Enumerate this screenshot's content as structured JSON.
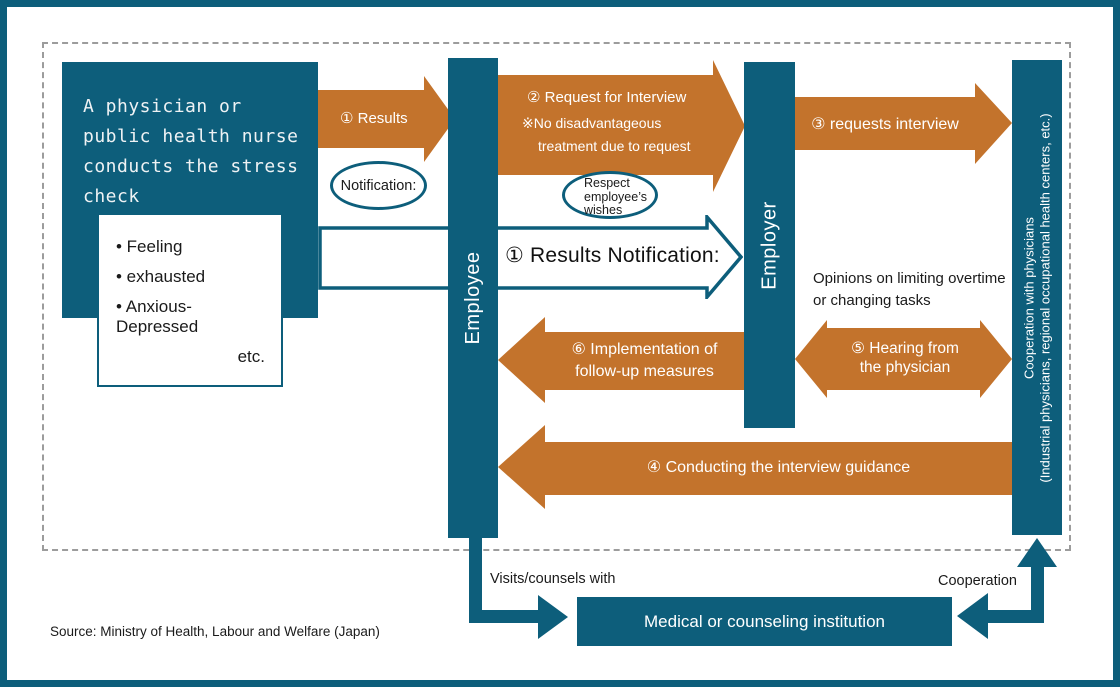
{
  "colors": {
    "teal": "#0d5e7b",
    "orange": "#c3732c",
    "dash_border": "#9c9c9c",
    "text_dark": "#1a1a1a"
  },
  "physician_box": {
    "text": "A physician or\npublic health nurse\nconducts the stress\ncheck"
  },
  "symptoms_box": {
    "items": [
      "• Feeling",
      "• exhausted",
      "• Anxious- Depressed"
    ],
    "etc_label": "etc."
  },
  "flow": {
    "results_arrow": "① Results",
    "notification_ellipse": "Notification:",
    "request_arrow": {
      "title": "② Request for Interview",
      "note_line1": "※No disadvantageous",
      "note_line2": "treatment due to request"
    },
    "respect_ellipse": {
      "line1": "Respect",
      "line2": "employee’s",
      "line3": "wishes"
    },
    "results_notification_arrow": "① Results Notification:",
    "requests_interview_arrow": "③ requests interview",
    "opinions_note": {
      "line1": "Opinions on limiting overtime",
      "line2": "or changing tasks"
    },
    "hearing_arrow": {
      "line1": "⑤ Hearing from",
      "line2": "the physician"
    },
    "implementation_arrow": {
      "line1": "⑥ Implementation of",
      "line2": "follow-up measures"
    },
    "conducting_arrow": "④ Conducting the interview guidance"
  },
  "bars": {
    "employee": "Employee",
    "employer": "Employer",
    "cooperation_line1": "Cooperation with physicians",
    "cooperation_line2": "(Industrial physicians, regional occupational health centers, etc.)"
  },
  "bottom": {
    "visits_label": "Visits/counsels with",
    "medical_box": "Medical or counseling institution",
    "cooperation_label": "Cooperation",
    "source": "Source: Ministry of Health, Labour and Welfare (Japan)"
  }
}
